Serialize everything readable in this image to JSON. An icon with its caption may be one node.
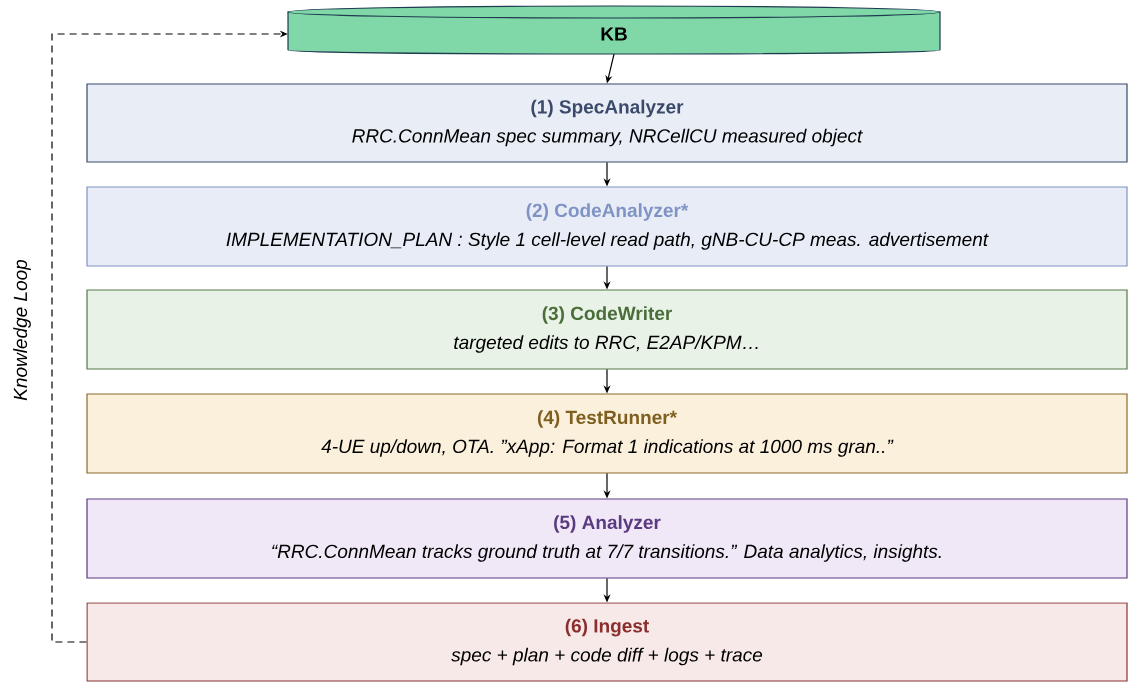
{
  "diagram": {
    "nodes": [
      {
        "text": [
          "KB"
        ]
      },
      {
        "text": [
          "(1) SpecAnalyzer",
          "RRC.ConnMean spec summary, NRCellCU measured object"
        ]
      },
      {
        "text": [
          "(2) CodeAnalyzer*",
          "IMPLEMENTATION_PLAN : Style 1 cell-level read path, gNB-CU-CP meas. advertisement"
        ]
      },
      {
        "text": [
          "(3) CodeWriter",
          "targeted edits to RRC, E2AP/KPM…"
        ]
      },
      {
        "text": [
          "(4) TestRunner*",
          "4-UE up/down, OTA. ”xApp: Format 1 indications at 1000 ms gran..”"
        ]
      },
      {
        "text": [
          "(5) Analyzer",
          "“RRC.ConnMean tracks ground truth at 7/7 transitions.” Data analytics, insights."
        ]
      },
      {
        "text": [
          "(6) Ingest",
          "spec + plan + code diff + logs + trace"
        ]
      }
    ],
    "edges": [
      {
        "from": 0,
        "to": 1,
        "arrow": "to"
      },
      {
        "from": 1,
        "to": 2,
        "arrow": "to"
      },
      {
        "from": 2,
        "to": 3,
        "arrow": "to"
      },
      {
        "from": 3,
        "to": 4,
        "arrow": "to"
      },
      {
        "from": 4,
        "to": 5,
        "arrow": "to"
      },
      {
        "from": 5,
        "to": 6,
        "arrow": "to"
      },
      {
        "from": 6,
        "to": 0,
        "arrow": "to",
        "style": "dashed",
        "label": "Knowledge Loop"
      }
    ]
  }
}
